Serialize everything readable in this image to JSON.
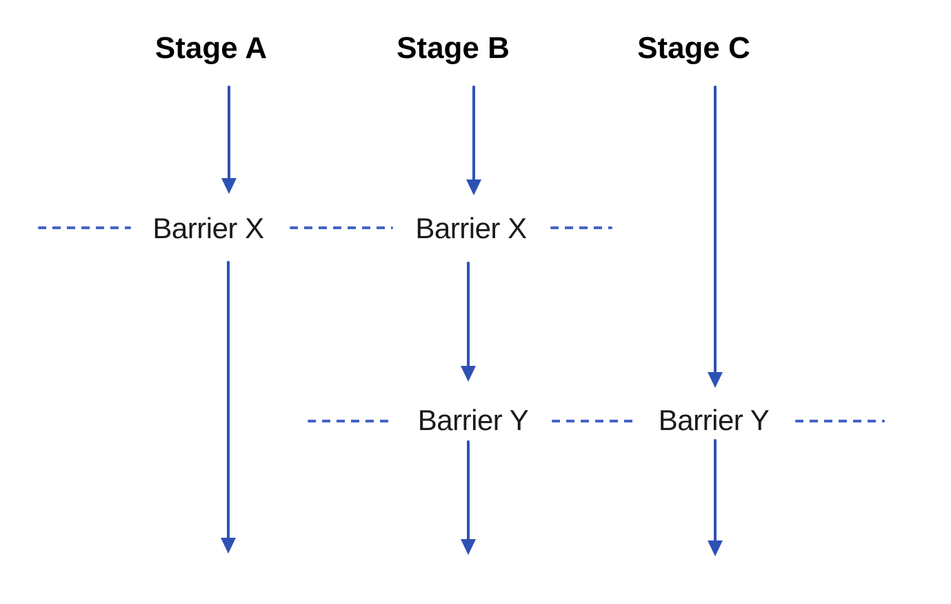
{
  "diagram": {
    "stages": [
      {
        "label": "Stage A"
      },
      {
        "label": "Stage B"
      },
      {
        "label": "Stage C"
      }
    ],
    "barrier_rows": [
      {
        "labels": [
          "Barrier X",
          "Barrier X"
        ]
      },
      {
        "labels": [
          "Barrier Y",
          "Barrier Y"
        ]
      }
    ],
    "icons": [
      {
        "name": "arrow-down-icon",
        "glyph": "▼",
        "count": 7
      }
    ],
    "colors": {
      "arrow": "#2e52b4",
      "dash": "#4263c6",
      "heading_text": "#000000",
      "barrier_text": "#1a1a1a",
      "background": "#ffffff"
    }
  }
}
